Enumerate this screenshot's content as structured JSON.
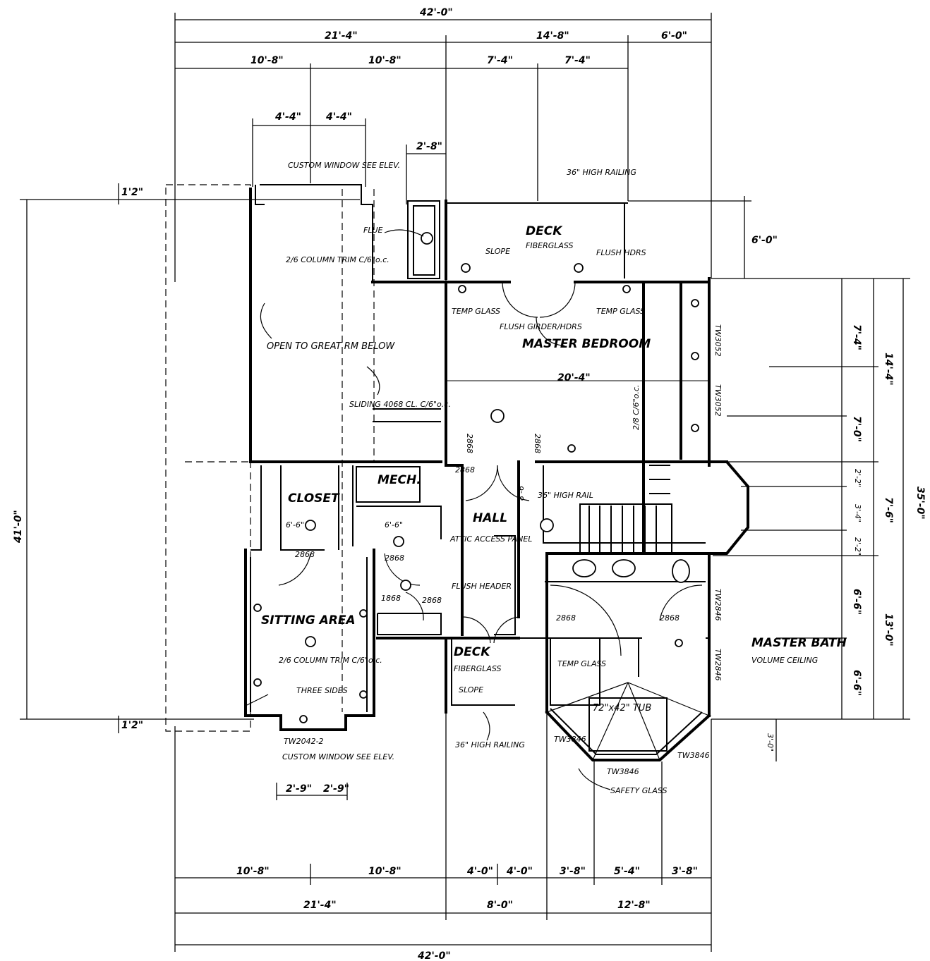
{
  "rooms": {
    "deck_top": "DECK",
    "deck_top_sub": "FIBERGLASS",
    "master_bedroom": "MASTER BEDROOM",
    "closet": "CLOSET",
    "hall": "HALL",
    "mech": "MECH.",
    "sitting_area": "SITTING AREA",
    "deck_bottom": "DECK",
    "deck_bottom_sub": "FIBERGLASS",
    "master_bath": "MASTER BATH",
    "master_bath_sub": "VOLUME CEILING",
    "open_to": "OPEN TO GREAT RM BELOW",
    "tub": "72\"x42\" TUB"
  },
  "notes": {
    "custom_window_top": "CUSTOM WINDOW SEE ELEV.",
    "railing_top": "36\" HIGH RAILING",
    "railing_bottom": "36\" HIGH RAILING",
    "flue": "FLUE",
    "slope_top": "SLOPE",
    "slope_bottom": "SLOPE",
    "flush_header_top": "FLUSH HDRS",
    "flush_header_bedroom": "FLUSH GIRDER/HDRS",
    "flush_header_hall": "FLUSH HEADER",
    "temp_glass_1": "TEMP GLASS",
    "temp_glass_2": "TEMP GLASS",
    "temp_glass_bath": "TEMP GLASS",
    "columns_top": "2/6 COLUMN TRIM C/6\"o.c.",
    "sliding_door": "SLIDING 4068 CL. C/6\"o.c.",
    "attic_access": "ATTIC ACCESS PANEL",
    "rail_stair": "36\" HIGH RAIL",
    "columns_bottom": "2/6 COLUMN TRIM C/6\"o.c.",
    "three_sides": "THREE SIDES",
    "custom_window_bottom": "CUSTOM WINDOW SEE ELEV.",
    "safety_glass": "SAFETY GLASS",
    "window_tw_bottom": "TW2042-2",
    "window_tw3846_1": "TW3846",
    "window_tw3846_2": "TW3846",
    "window_tw3846_3": "TW3846",
    "window_tw3052": "TW3052",
    "window_tw3052_b": "TW3052",
    "window_tw2846_1": "TW2846",
    "window_tw2846_2": "TW2846",
    "door_2868_1": "2868",
    "door_2868_2": "2868",
    "door_2868_3": "2868",
    "door_2868_4": "2868",
    "door_2868_5": "2868",
    "door_2868_6": "2868",
    "door_2868_7": "2868",
    "door_2868_8": "2868",
    "door_1868": "1868",
    "bedroom_width": "20'-4\"",
    "closet_depth": "6'-6\"",
    "closet2_depth": "6'-6\"",
    "hall_width": "8'-6\"",
    "wic": "2/8 C/6\"o.c."
  },
  "dimensions": {
    "top_overall": "42'-0\"",
    "top_row2": [
      "21'-4\"",
      "14'-8\"",
      "6'-0\""
    ],
    "top_row3": [
      "10'-8\"",
      "10'-8\"",
      "7'-4\"",
      "7'-4\""
    ],
    "top_row4": [
      "4'-4\"",
      "4'-4\""
    ],
    "top_small": "2'-8\"",
    "left_overall": "41'-0\"",
    "left_small_top": "1'2\"",
    "left_small_bottom": "1'2\"",
    "right_overall": "35'-0\"",
    "right_row2": [
      "14'-4\"",
      "7'-6\"",
      "13'-0\""
    ],
    "right_row3": [
      "7'-4\"",
      "7'-0\"",
      "2'-2\"",
      "3'-4\"",
      "2'-2\"",
      "6'-6\"",
      "6'-6\""
    ],
    "right_small_deck": "6'-0\"",
    "right_bay": "3'-0\"",
    "bottom_row1": [
      "10'-8\"",
      "10'-8\"",
      "4'-0\"",
      "4'-0\"",
      "3'-8\"",
      "5'-4\"",
      "3'-8\""
    ],
    "bottom_row2": [
      "21'-4\"",
      "8'-0\"",
      "12'-8\""
    ],
    "bottom_overall": "42'-0\"",
    "bay_bottom": [
      "2'-9\"",
      "2'-9\""
    ]
  }
}
